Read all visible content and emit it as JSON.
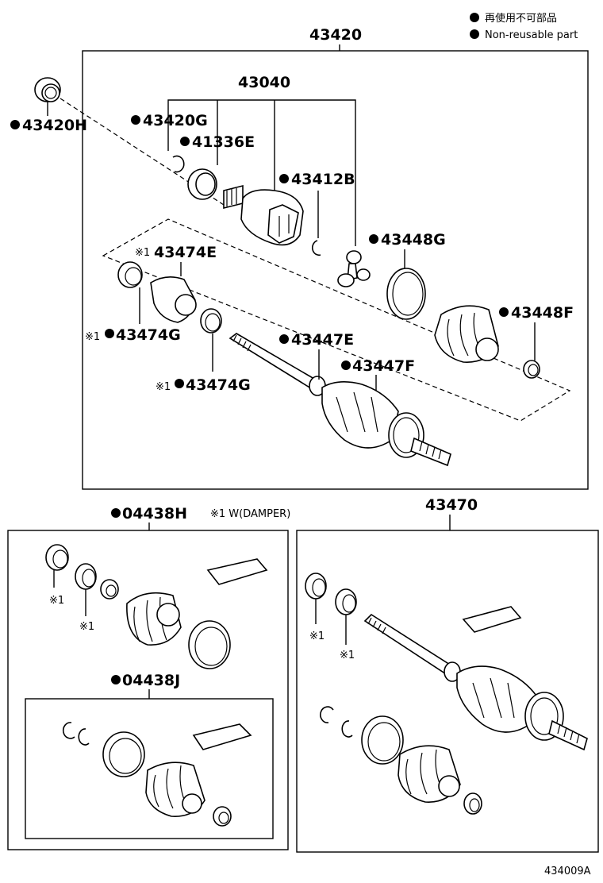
{
  "legend": {
    "jp": "再使用不可部品",
    "en": "Non-reusable part"
  },
  "labels": {
    "p43420": "43420",
    "p43040": "43040",
    "p43420H": "43420H",
    "p43420G": "43420G",
    "p41336E": "41336E",
    "p43412B": "43412B",
    "p43448G": "43448G",
    "p43474E": "43474E",
    "p43474G_a": "43474G",
    "p43474G_b": "43474G",
    "p43447E": "43447E",
    "p43447F": "43447F",
    "p43448F": "43448F",
    "p04438H": "04438H",
    "p04438J": "04438J",
    "p43470": "43470"
  },
  "marks": {
    "ref1": "※1",
    "ref1_note": "※1 W(DAMPER)"
  },
  "figure_id": "434009A"
}
